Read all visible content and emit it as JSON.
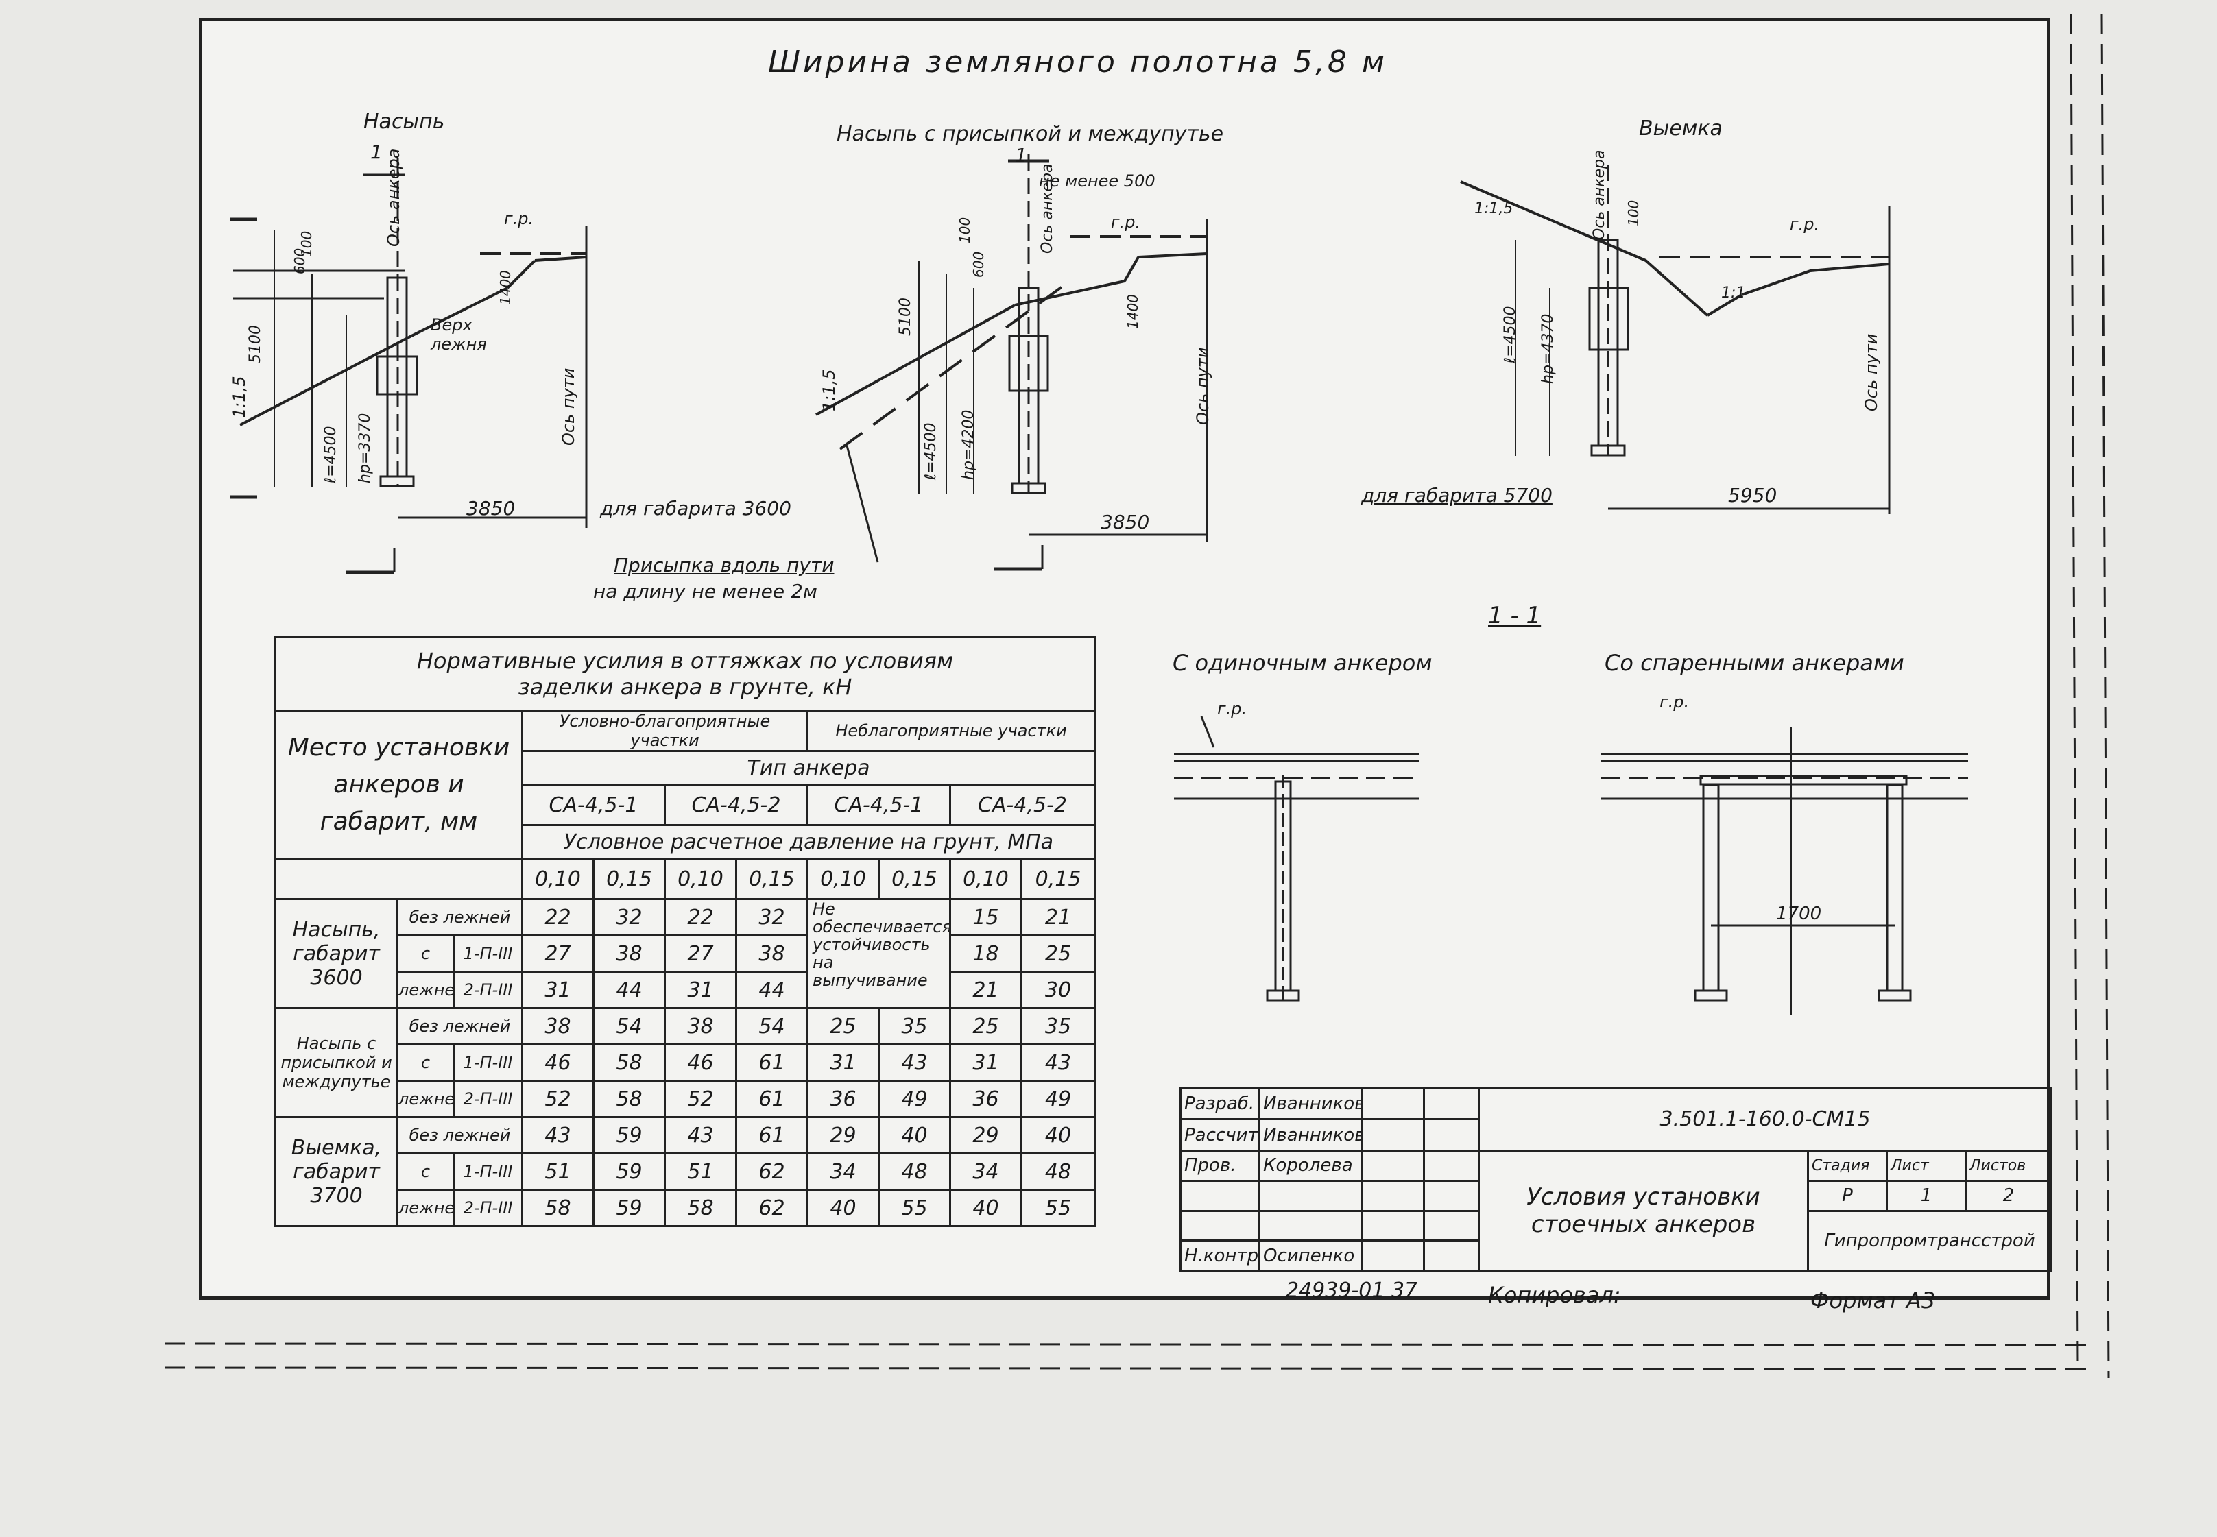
{
  "title": "Ширина земляного полотна 5,8 м",
  "sections": {
    "embankment": {
      "title": "Насыпь",
      "cut_mark": "1",
      "labels": [
        "Ось анкера",
        "г.р.",
        "Верх лежня",
        "Ось пути",
        "1:1,5"
      ],
      "dims": [
        "100",
        "600",
        "5100",
        "1400",
        "ℓ=4500",
        "hр=3370",
        "3850"
      ],
      "note": "для габарита 3600"
    },
    "embankment_berm": {
      "title": "Насыпь с присыпкой и междупутье",
      "cut_mark": "1",
      "labels": [
        "не менее 500",
        "Ось анкера",
        "г.р.",
        "Ось пути",
        "1:1,5"
      ],
      "dims": [
        "100",
        "600",
        "5100",
        "1400",
        "ℓ=4500",
        "hр=4200",
        "3850"
      ],
      "note_line1": "Присыпка вдоль пути",
      "note_line2": "на длину не менее 2м"
    },
    "cut": {
      "title": "Выемка",
      "labels": [
        "Ось анкера",
        "г.р.",
        "Ось пути",
        "1:1,5",
        "1:1"
      ],
      "dims": [
        "100",
        "ℓ=4500",
        "hр=4370",
        "5950"
      ],
      "note": "для габарита 5700"
    }
  },
  "section_1_1": {
    "title": "1 - 1",
    "single": "С одиночным анкером",
    "paired": "Со спаренными анкерами",
    "gr": "г.р.",
    "dim_1700": "1700"
  },
  "table": {
    "title_line1": "Нормативные усилия в оттяжках по условиям",
    "title_line2": "заделки анкера в грунте, кН",
    "place_header": "Место установки анкеров и габарит, мм",
    "conditions": [
      "Условно-благоприятные участки",
      "Неблагоприятные участки"
    ],
    "anchor_type": "Тип анкера",
    "types": [
      "СА-4,5-1",
      "СА-4,5-2",
      "СА-4,5-1",
      "СА-4,5-2"
    ],
    "pressure": "Условное расчетное давление на грунт, МПа",
    "pressures": [
      "0,10",
      "0,15",
      "0,10",
      "0,15",
      "0,10",
      "0,15",
      "0,10",
      "0,15"
    ],
    "not_ensured": "Не обеспечивается устойчивость на выпучивание",
    "groups": [
      {
        "name": "Насыпь, габарит 3600",
        "rows": [
          {
            "sub1": "без лежней",
            "sub2": "",
            "values": [
              "22",
              "32",
              "22",
              "32",
              "",
              "",
              "15",
              "21"
            ]
          },
          {
            "sub1": "с",
            "sub2": "1-П-III",
            "values": [
              "27",
              "38",
              "27",
              "38",
              "",
              "",
              "18",
              "25"
            ]
          },
          {
            "sub1": "лежнем",
            "sub2": "2-П-III",
            "values": [
              "31",
              "44",
              "31",
              "44",
              "",
              "",
              "21",
              "30"
            ]
          }
        ]
      },
      {
        "name": "Насыпь с присыпкой и междупутье",
        "rows": [
          {
            "sub1": "без лежней",
            "sub2": "",
            "values": [
              "38",
              "54",
              "38",
              "54",
              "25",
              "35",
              "25",
              "35"
            ]
          },
          {
            "sub1": "с",
            "sub2": "1-П-III",
            "values": [
              "46",
              "58",
              "46",
              "61",
              "31",
              "43",
              "31",
              "43"
            ]
          },
          {
            "sub1": "лежнем",
            "sub2": "2-П-III",
            "values": [
              "52",
              "58",
              "52",
              "61",
              "36",
              "49",
              "36",
              "49"
            ]
          }
        ]
      },
      {
        "name": "Выемка, габарит 3700",
        "rows": [
          {
            "sub1": "без лежней",
            "sub2": "",
            "values": [
              "43",
              "59",
              "43",
              "61",
              "29",
              "40",
              "29",
              "40"
            ]
          },
          {
            "sub1": "с",
            "sub2": "1-П-III",
            "values": [
              "51",
              "59",
              "51",
              "62",
              "34",
              "48",
              "34",
              "48"
            ]
          },
          {
            "sub1": "лежнем",
            "sub2": "2-П-III",
            "values": [
              "58",
              "59",
              "58",
              "62",
              "40",
              "55",
              "40",
              "55"
            ]
          }
        ]
      }
    ]
  },
  "stamp": {
    "rows": [
      {
        "role": "Разраб.",
        "name": "Иванникова"
      },
      {
        "role": "Рассчит.",
        "name": "Иванникова"
      },
      {
        "role": "Пров.",
        "name": "Королева"
      },
      {
        "role": "",
        "name": ""
      },
      {
        "role": "",
        "name": ""
      },
      {
        "role": "Н.контр.",
        "name": "Осипенко"
      }
    ],
    "code": "3.501.1-160.0-СМ15",
    "title_line1": "Условия установки",
    "title_line2": "стоечных анкеров",
    "stage_label": "Стадия",
    "sheet_label": "Лист",
    "sheets_label": "Листов",
    "stage": "Р",
    "sheet": "1",
    "sheets": "2",
    "org": "Гипропромтрансстрой"
  },
  "footer": {
    "number": "24939-01  37",
    "copied": "Копировал:",
    "format": "Формат А3"
  }
}
